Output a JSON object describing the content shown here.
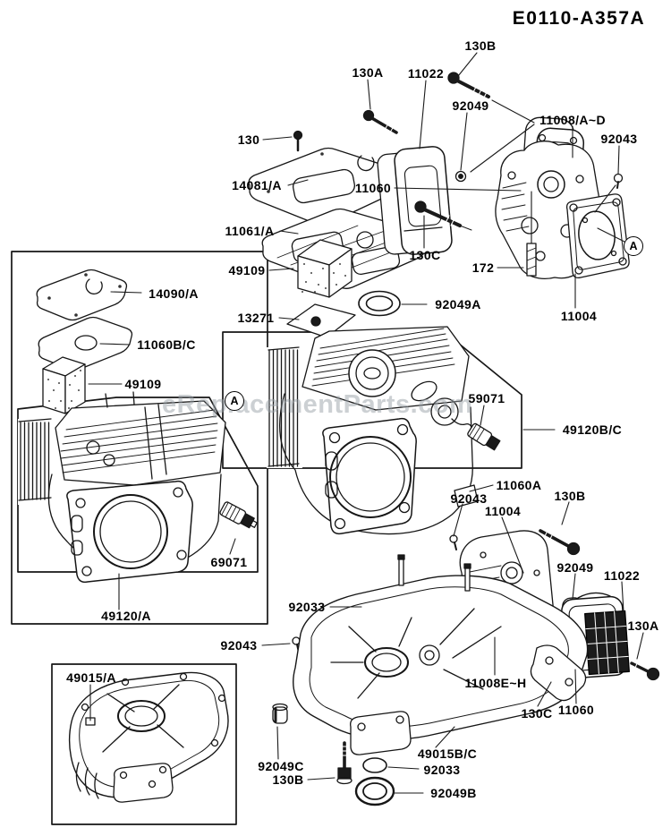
{
  "diagram": {
    "title": "E0110-A357A",
    "watermark": "eReplacementParts.com",
    "callouts": [
      "A",
      "A"
    ],
    "labels": [
      "130B",
      "130A",
      "11022",
      "92049",
      "11008/A~D",
      "92043",
      "130",
      "14081/A",
      "11060",
      "11061/A",
      "130C",
      "172",
      "49109",
      "92049A",
      "11004",
      "13271",
      "14090/A",
      "11060B/C",
      "49109",
      "59071",
      "49120B/C",
      "11060A",
      "130B",
      "92043",
      "11004",
      "69071",
      "92033",
      "49120/A",
      "92049",
      "11022",
      "130A",
      "92043",
      "49015/A",
      "11008E~H",
      "130C",
      "11060",
      "49015B/C",
      "92049C",
      "130B",
      "92033",
      "92049B"
    ]
  }
}
